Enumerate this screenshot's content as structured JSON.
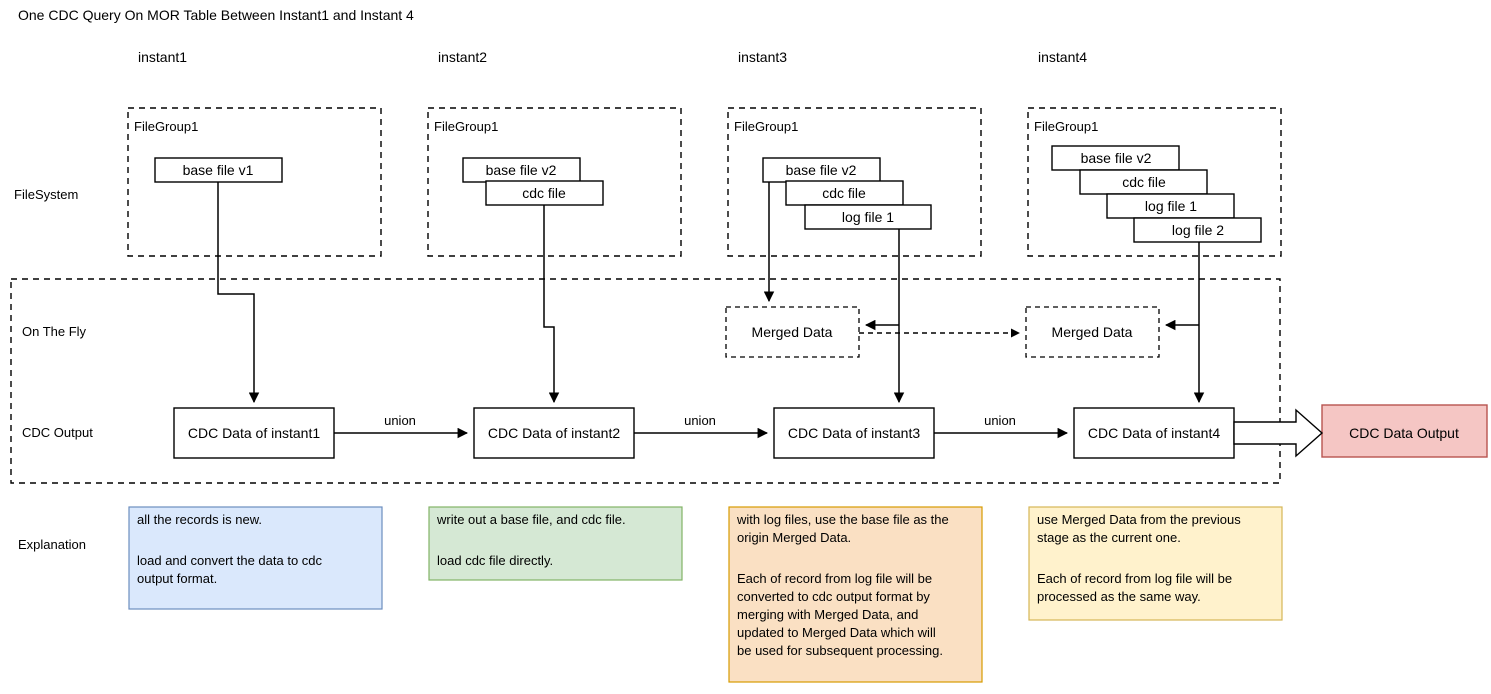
{
  "title": "One CDC Query On MOR Table Between Instant1 and Instant 4",
  "columns": [
    {
      "label": "instant1"
    },
    {
      "label": "instant2"
    },
    {
      "label": "instant3"
    },
    {
      "label": "instant4"
    }
  ],
  "rows": {
    "filesystem": "FileSystem",
    "on_the_fly": "On The Fly",
    "cdc_output": "CDC Output",
    "explanation": "Explanation"
  },
  "filegroups": [
    {
      "label": "FileGroup1",
      "files": [
        "base file v1"
      ]
    },
    {
      "label": "FileGroup1",
      "files": [
        "base file v2",
        "cdc file"
      ]
    },
    {
      "label": "FileGroup1",
      "files": [
        "base file v2",
        "cdc file",
        "log file 1"
      ]
    },
    {
      "label": "FileGroup1",
      "files": [
        "base file v2",
        "cdc file",
        "log file 1",
        "log file 2"
      ]
    }
  ],
  "merged_data": [
    {
      "label": "Merged Data"
    },
    {
      "label": "Merged Data"
    }
  ],
  "cdc_data": [
    {
      "label": "CDC Data of instant1"
    },
    {
      "label": "CDC Data of instant2"
    },
    {
      "label": "CDC Data of instant3"
    },
    {
      "label": "CDC Data of instant4"
    }
  ],
  "union_labels": [
    "union",
    "union",
    "union"
  ],
  "output": {
    "label": "CDC Data Output"
  },
  "explanations": [
    {
      "lines": [
        "all the records is new.",
        "",
        "load and convert the data to cdc",
        "output format."
      ],
      "fill": "#dae8fc",
      "stroke": "#6c8ebf"
    },
    {
      "lines": [
        "write out a base file, and cdc file.",
        "",
        "load cdc file directly."
      ],
      "fill": "#d5e8d4",
      "stroke": "#82b366"
    },
    {
      "lines": [
        "with log files, use the base file as the",
        "origin Merged Data.",
        "",
        "Each of record from log file will be",
        "converted to cdc output format by",
        "merging with Merged Data, and",
        "updated to Merged Data which will",
        "be used for subsequent processing."
      ],
      "fill": "#fae0c3",
      "stroke": "#d79b00"
    },
    {
      "lines": [
        "use Merged Data from the previous",
        "stage as the current one.",
        "",
        "Each of record from log file will be",
        "processed as the same way."
      ],
      "fill": "#fff2cc",
      "stroke": "#d6b656"
    }
  ],
  "colors": {
    "output_fill": "#f5c6c4",
    "output_stroke": "#b85450",
    "line": "#000000",
    "background": "#ffffff"
  }
}
